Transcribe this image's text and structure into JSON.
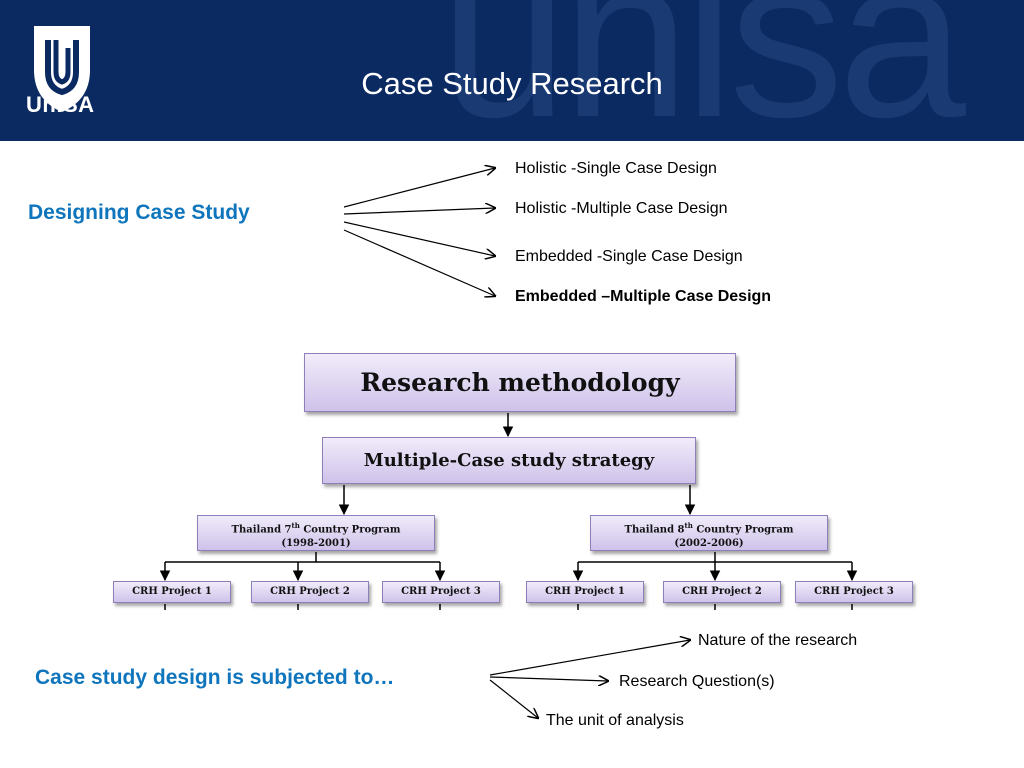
{
  "header": {
    "title": "Case Study Research",
    "logo_text": "UniSA",
    "watermark_text": "unisa"
  },
  "designing": {
    "label": "Designing Case Study",
    "items": [
      "Holistic -Single Case Design",
      "Holistic -Multiple Case Design",
      "Embedded -Single Case Design",
      "Embedded –Multiple Case Design"
    ]
  },
  "diagram": {
    "top_box": "Research methodology",
    "strategy_box": "Multiple-Case study strategy",
    "program_left": {
      "name_pre": "Thailand 7",
      "sup": "th",
      "name_post": " Country Program",
      "years": "(1998-2001)"
    },
    "program_right": {
      "name_pre": "Thailand 8",
      "sup": "th",
      "name_post": " Country Program",
      "years": "(2002-2006)"
    },
    "projects_left": [
      "CRH Project 1",
      "CRH Project 2",
      "CRH Project 3"
    ],
    "projects_right": [
      "CRH Project 1",
      "CRH Project 2",
      "CRH Project 3"
    ]
  },
  "subjected": {
    "label": "Case study design is subjected to…",
    "items": [
      "Nature of the research",
      "Research Question(s)",
      "The unit of analysis"
    ]
  },
  "colors": {
    "header_bg": "#0b2a62",
    "accent_blue": "#0f75bc",
    "box_fill": "#cfc2ea"
  }
}
